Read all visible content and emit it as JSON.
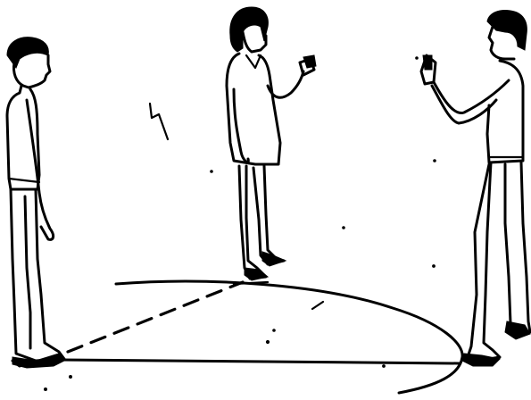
{
  "scene": {
    "figures": [
      {
        "role": "standing-observer"
      },
      {
        "role": "person-holding-card"
      },
      {
        "role": "person-holding-card"
      }
    ],
    "ground": {
      "elements": [
        "circle-arc",
        "dashed-line",
        "base-line"
      ]
    }
  }
}
